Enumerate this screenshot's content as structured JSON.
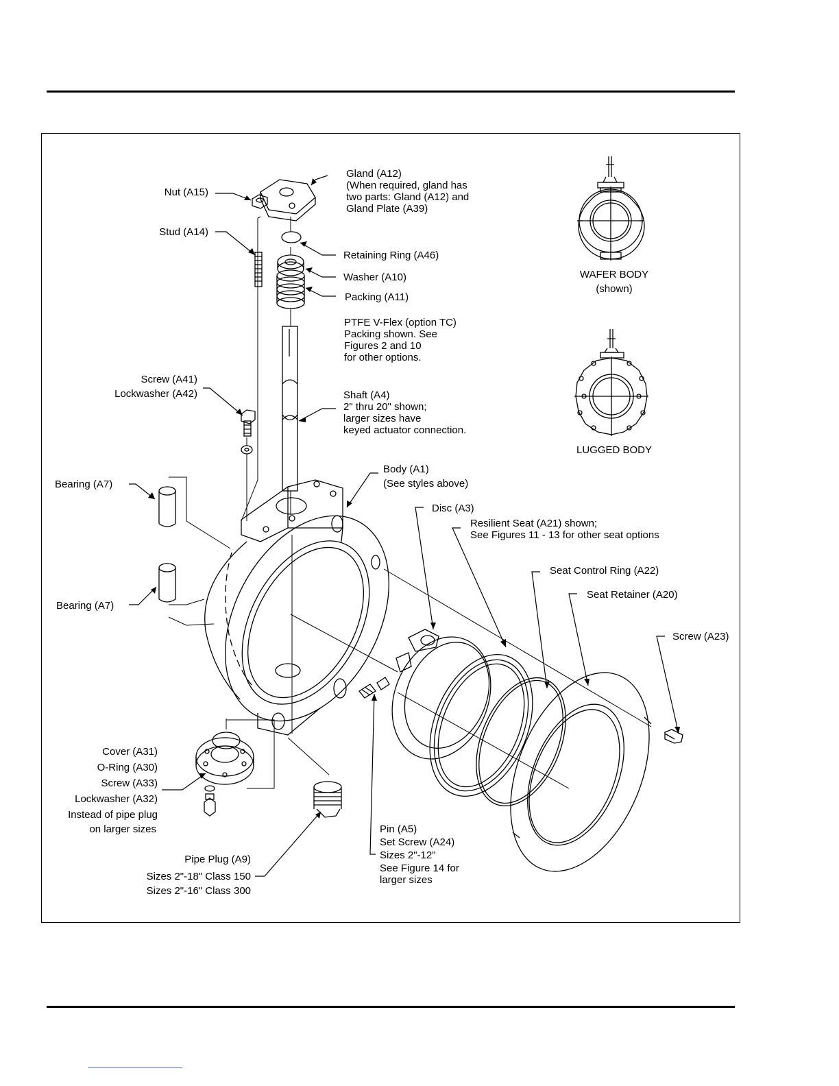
{
  "labels": {
    "nut": "Nut (A15)",
    "stud": "Stud (A14)",
    "gland": [
      "Gland (A12)",
      "(When required, gland has",
      "two parts: Gland (A12) and",
      "Gland Plate (A39)"
    ],
    "retaining_ring": "Retaining Ring (A46)",
    "washer": "Washer (A10)",
    "packing": "Packing (A11)",
    "ptfe": [
      "PTFE V-Flex (option TC)",
      "Packing shown. See",
      "Figures 2 and 10",
      "for other options."
    ],
    "screw_a41": [
      "Screw (A41)",
      "Lockwasher (A42)"
    ],
    "shaft": [
      "Shaft (A4)",
      "2\" thru 20\" shown;",
      "larger sizes have",
      "keyed actuator connection."
    ],
    "bearing_top": "Bearing (A7)",
    "bearing_bottom": "Bearing (A7)",
    "body": [
      "Body (A1)",
      "(See styles above)"
    ],
    "disc": "Disc (A3)",
    "resilient_seat": [
      "Resilient Seat (A21) shown;",
      "See Figures 11 - 13 for other seat options"
    ],
    "seat_control_ring": "Seat Control Ring (A22)",
    "seat_retainer": "Seat Retainer (A20)",
    "screw_a23": "Screw (A23)",
    "wafer_body": [
      "WAFER BODY",
      "(shown)"
    ],
    "lugged_body": "LUGGED BODY",
    "cover_group": [
      "Cover (A31)",
      "O-Ring (A30)",
      "Screw (A33)",
      "Lockwasher (A32)",
      "Instead of pipe plug",
      "on larger sizes"
    ],
    "pipe_plug": [
      "Pipe Plug (A9)",
      "Sizes 2\"-18\" Class 150",
      "Sizes 2\"-16\" Class 300"
    ],
    "pin_group": [
      "Pin (A5)",
      "Set Screw (A24)",
      "Sizes 2\"-12\"",
      "See Figure 14 for",
      "larger sizes"
    ]
  }
}
